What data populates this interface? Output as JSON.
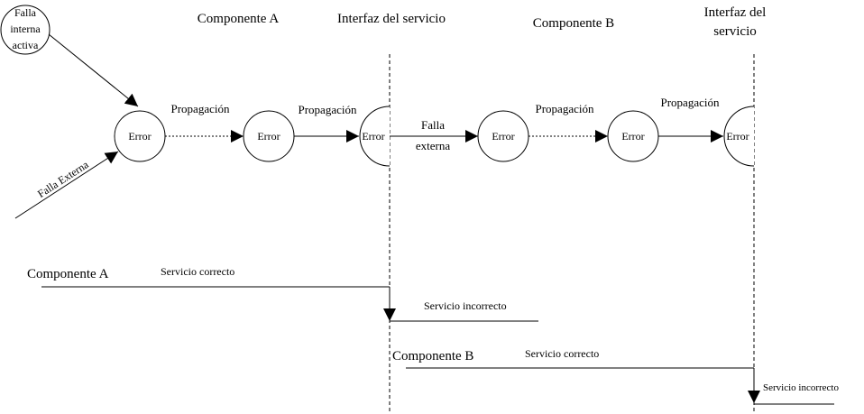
{
  "headers": {
    "component_a": "Componente A",
    "interface_1": "Interfaz del servicio",
    "component_b": "Componente B",
    "interface_2_line1": "Interfaz del",
    "interface_2_line2": "servicio"
  },
  "faults": {
    "internal_line1": "Falla",
    "internal_line2": "interna",
    "internal_line3": "activa",
    "external": "Falla Externa",
    "external_mid_line1": "Falla",
    "external_mid_line2": "externa"
  },
  "errors": {
    "error_1": "Error",
    "error_2": "Error",
    "error_3": "Error",
    "error_4": "Error",
    "error_5": "Error",
    "error_6": "Error"
  },
  "propagation": {
    "p1": "Propagación",
    "p2": "Propagación",
    "p3": "Propagación",
    "p4": "Propagación"
  },
  "timeline": {
    "component_a": "Componente A",
    "service_correct_a": "Servicio correcto",
    "service_incorrect_a": "Servicio incorrecto",
    "component_b": "Componente B",
    "service_correct_b": "Servicio correcto",
    "service_incorrect_b": "Servicio incorrecto"
  }
}
